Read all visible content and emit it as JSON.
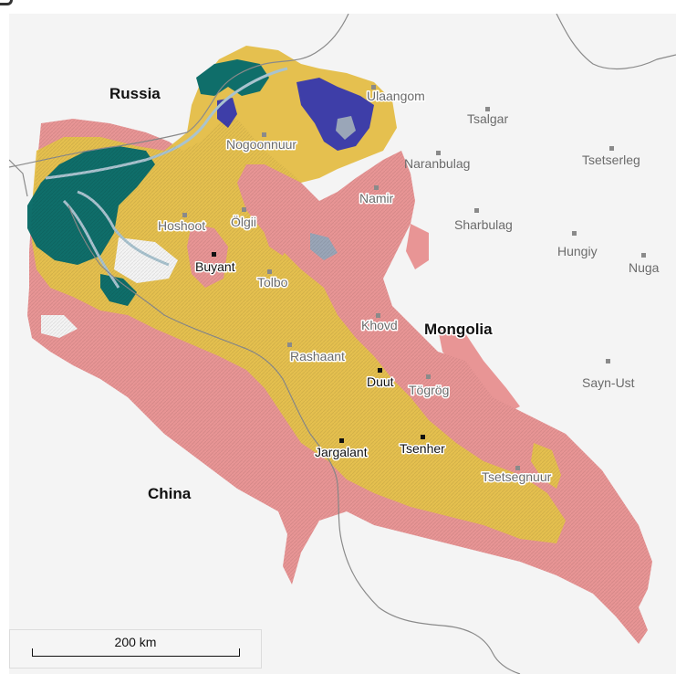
{
  "map": {
    "colors": {
      "background": "#f4f4f4",
      "low_zone": "#e89595",
      "mid_zone": "#e5c04f",
      "high_zone": "#0f6e6a",
      "peak_zone": "#3e3ea8",
      "snow": "#9aa6b8",
      "rivers": "#a9c3cf",
      "border": "#8a8a8a",
      "city_marker_gray": "#8a8a8a",
      "city_marker_black": "#111111"
    },
    "countries": {
      "russia": "Russia",
      "mongolia": "Mongolia",
      "china": "China"
    },
    "places": {
      "ulaangom": "Ulaangom",
      "tsalgar": "Tsalgar",
      "nogoonnuur": "Nogoonnuur",
      "naranbulag": "Naranbulag",
      "tsetserleg": "Tsetserleg",
      "namir": "Namir",
      "hoshoot": "Hoshoot",
      "olgii": "Ölgii",
      "sharbulag": "Sharbulag",
      "hungiy": "Hungiy",
      "nuga": "Nuga",
      "buyant": "Buyant",
      "tolbo": "Tolbo",
      "khovd": "Khovd",
      "rashaant": "Rashaant",
      "duut": "Duut",
      "togrog": "Tögrög",
      "sayn_ust": "Sayn-Ust",
      "jargalant": "Jargalant",
      "tsenher": "Tsenher",
      "tsetsegnuur": "Tsetsegnuur"
    },
    "scale": {
      "label": "200 km"
    }
  }
}
